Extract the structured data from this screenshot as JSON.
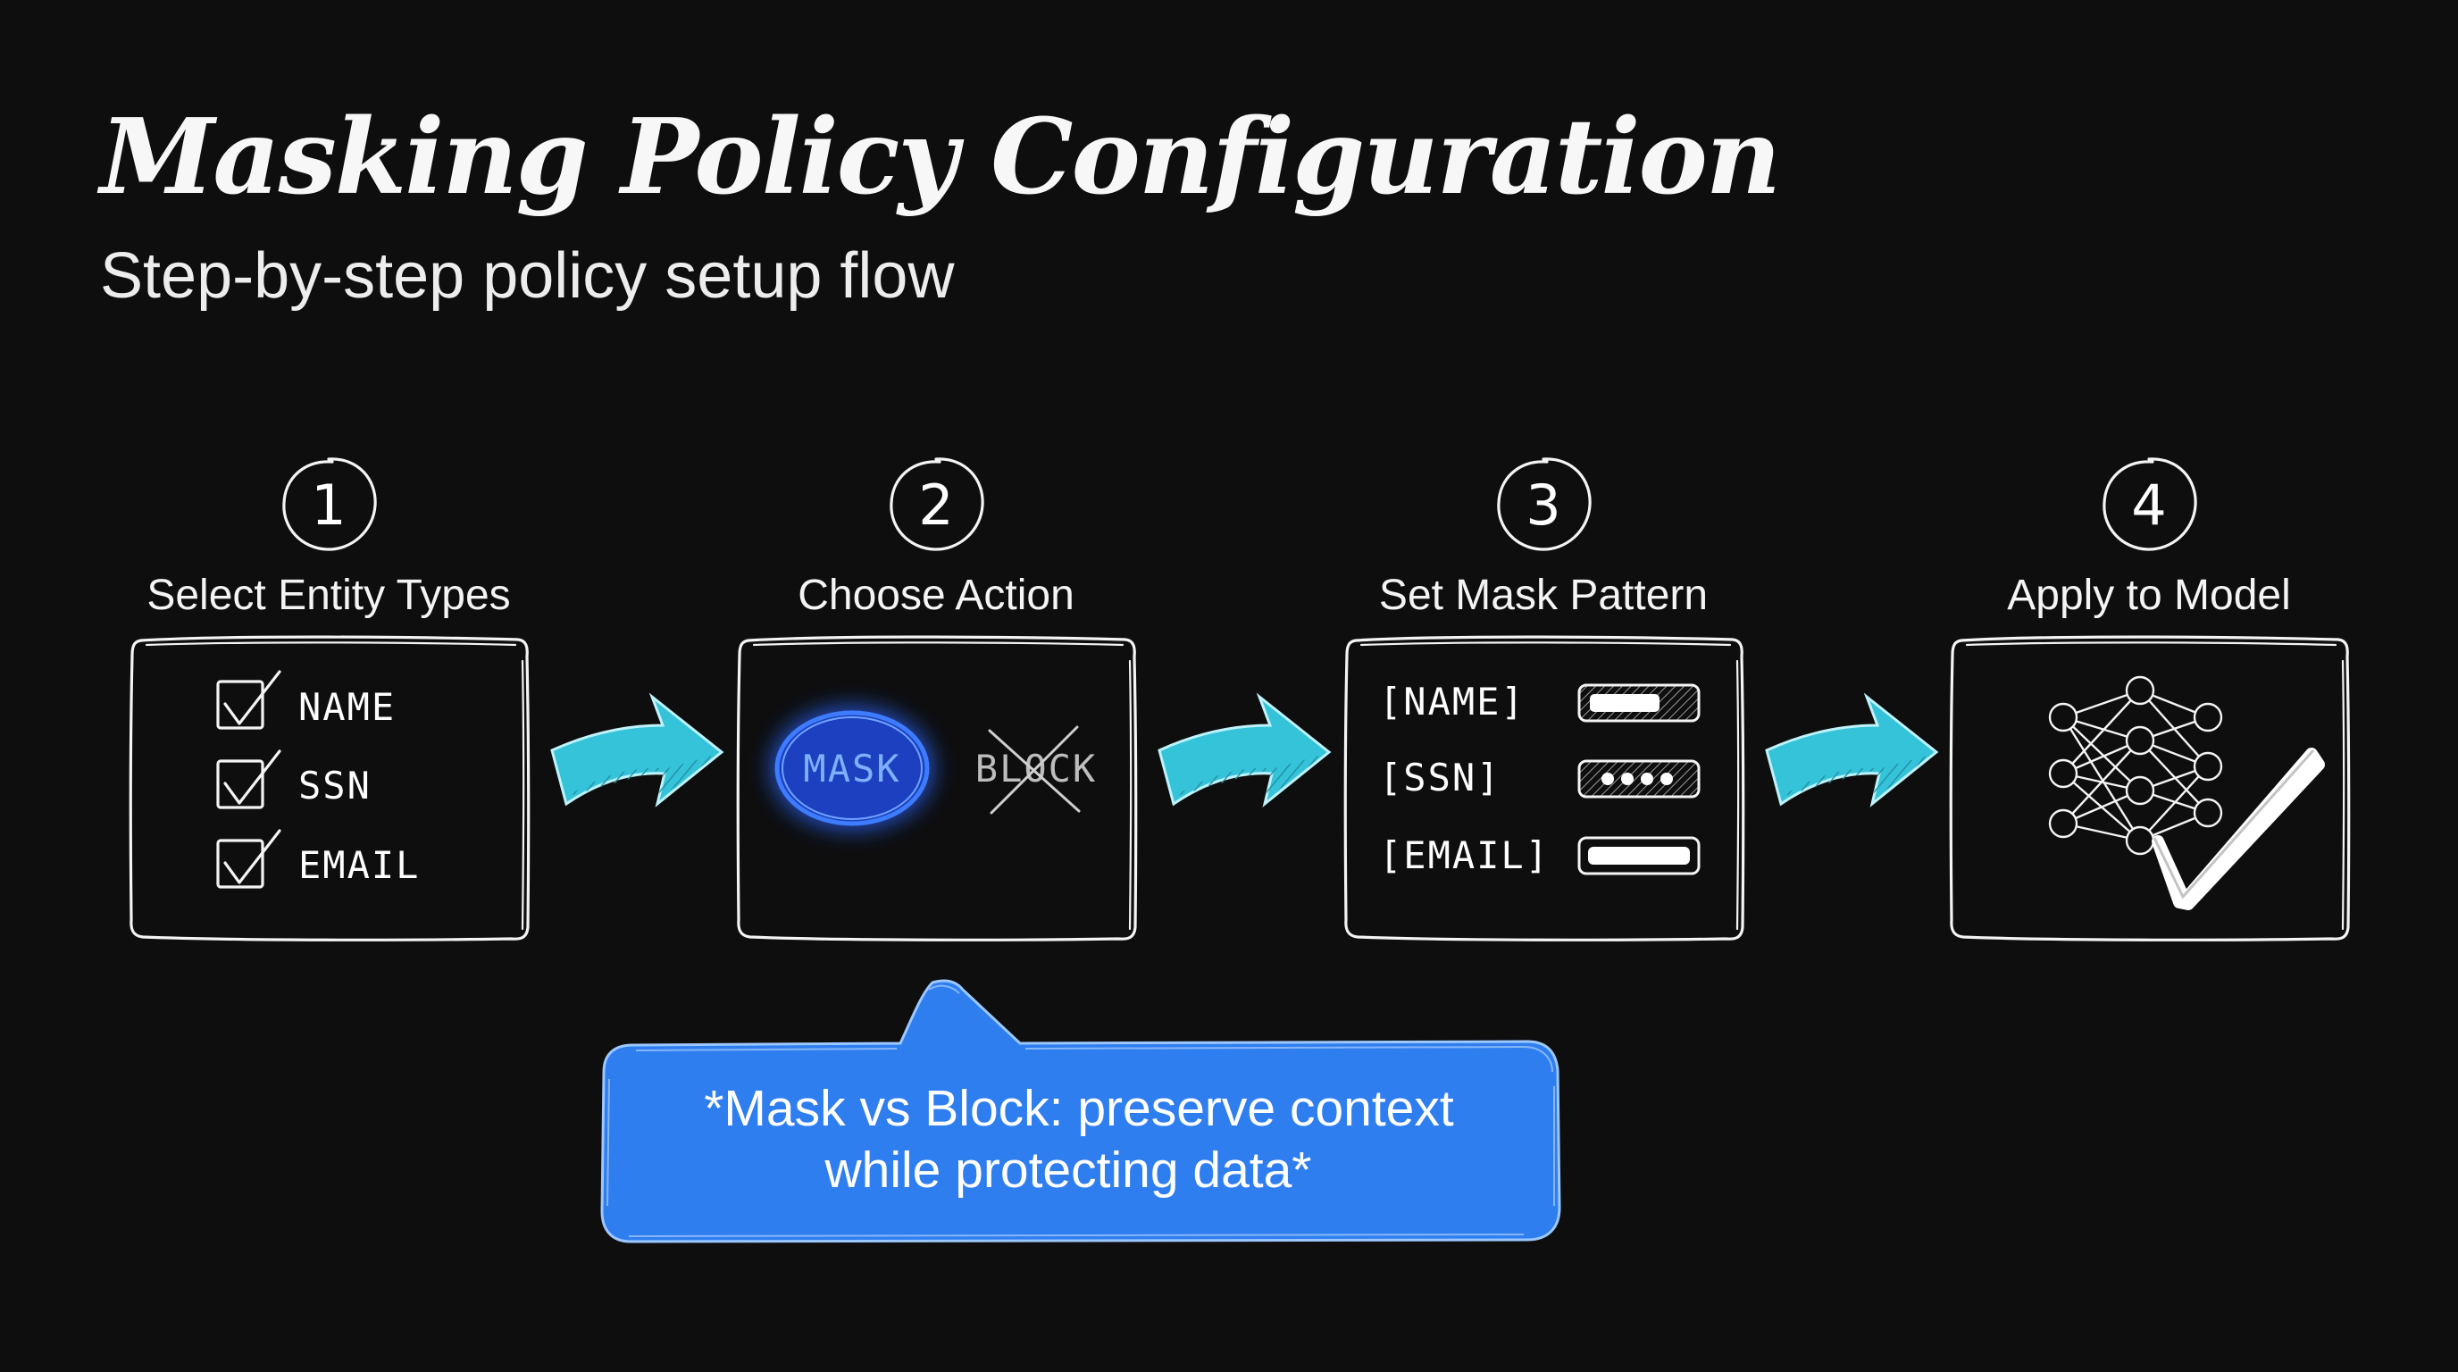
{
  "title": "Masking Policy Configuration",
  "subtitle": "Step-by-step policy setup flow",
  "colors": {
    "background": "#0e0e0f",
    "arrow": "#35c3d9",
    "mask_accent": "#2f6df0",
    "callout": "#2f7ef0"
  },
  "steps": [
    {
      "number": "1",
      "label": "Select Entity Types",
      "items": [
        "NAME",
        "SSN",
        "EMAIL"
      ]
    },
    {
      "number": "2",
      "label": "Choose Action",
      "options": [
        "MASK",
        "BLOCK"
      ]
    },
    {
      "number": "3",
      "label": "Set Mask Pattern",
      "patterns": [
        "[NAME]",
        "[SSN]",
        "[EMAIL]"
      ]
    },
    {
      "number": "4",
      "label": "Apply to Model",
      "icons": [
        "neural-network-icon",
        "checkmark-icon"
      ]
    }
  ],
  "callout": {
    "line1": "*Mask vs Block: preserve context",
    "line2": "while protecting data*"
  }
}
